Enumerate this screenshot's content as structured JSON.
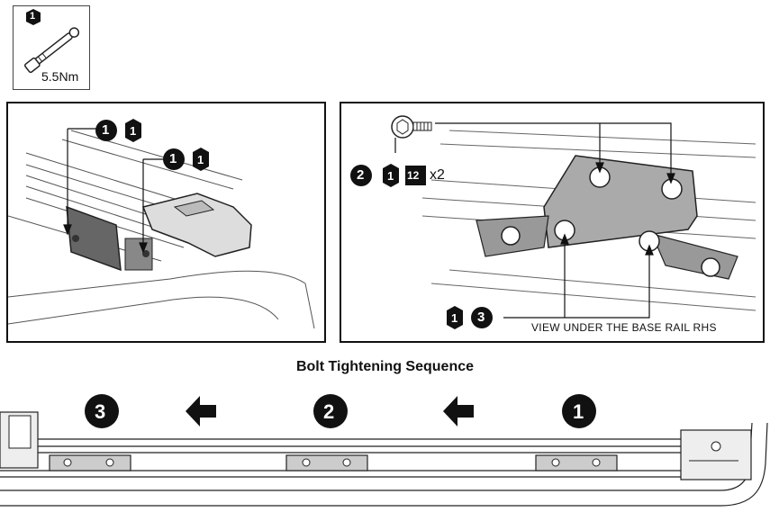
{
  "tool": {
    "label": "1",
    "torque": "5.5Nm"
  },
  "left_panel": {
    "callouts": [
      {
        "a": "1",
        "b": "1"
      },
      {
        "a": "1",
        "b": "1"
      }
    ]
  },
  "right_panel": {
    "callout_top": {
      "a": "2",
      "b": "1",
      "c": "12",
      "qty": "x2"
    },
    "callout_bottom": {
      "a": "1",
      "b": "3"
    },
    "note": "VIEW UNDER THE BASE RAIL RHS"
  },
  "sequence": {
    "title": "Bolt Tightening Sequence",
    "steps": [
      "3",
      "2",
      "1"
    ]
  }
}
